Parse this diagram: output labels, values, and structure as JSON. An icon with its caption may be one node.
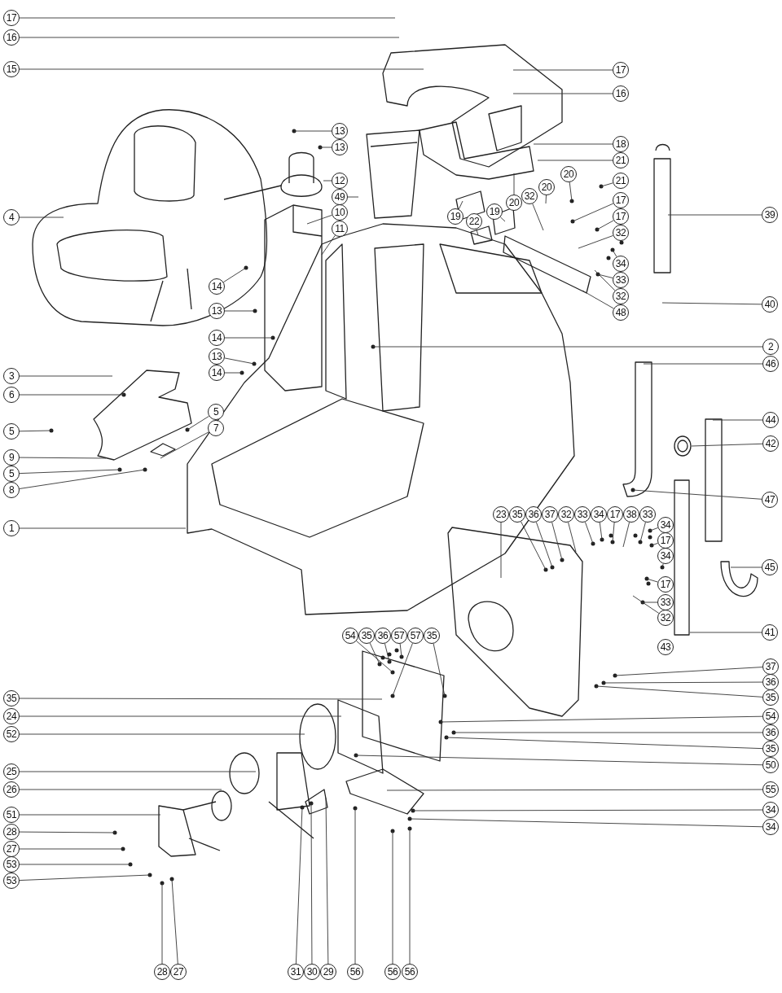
{
  "diagram": {
    "nodes": [
      {
        "text": [
          "17"
        ]
      },
      {
        "text": [
          "16"
        ]
      },
      {
        "text": [
          "15"
        ]
      },
      {
        "text": [
          "17"
        ]
      },
      {
        "text": [
          "16"
        ]
      },
      {
        "text": [
          "13"
        ]
      },
      {
        "text": [
          "18"
        ]
      },
      {
        "text": [
          "13"
        ]
      },
      {
        "text": [
          "21"
        ]
      },
      {
        "text": [
          "20"
        ]
      },
      {
        "text": [
          "12"
        ]
      },
      {
        "text": [
          "21"
        ]
      },
      {
        "text": [
          "20"
        ]
      },
      {
        "text": [
          "32"
        ]
      },
      {
        "text": [
          "20"
        ]
      },
      {
        "text": [
          "49"
        ]
      },
      {
        "text": [
          "17"
        ]
      },
      {
        "text": [
          "4"
        ]
      },
      {
        "text": [
          "10"
        ]
      },
      {
        "text": [
          "19"
        ]
      },
      {
        "text": [
          "39"
        ]
      },
      {
        "text": [
          "19"
        ]
      },
      {
        "text": [
          "22"
        ]
      },
      {
        "text": [
          "17"
        ]
      },
      {
        "text": [
          "11"
        ]
      },
      {
        "text": [
          "32"
        ]
      },
      {
        "text": [
          "34"
        ]
      },
      {
        "text": [
          "14"
        ]
      },
      {
        "text": [
          "33"
        ]
      },
      {
        "text": [
          "32"
        ]
      },
      {
        "text": [
          "40"
        ]
      },
      {
        "text": [
          "13"
        ]
      },
      {
        "text": [
          "48"
        ]
      },
      {
        "text": [
          "14"
        ]
      },
      {
        "text": [
          "2"
        ]
      },
      {
        "text": [
          "13"
        ]
      },
      {
        "text": [
          "46"
        ]
      },
      {
        "text": [
          "14"
        ]
      },
      {
        "text": [
          "3"
        ]
      },
      {
        "text": [
          "6"
        ]
      },
      {
        "text": [
          "5"
        ]
      },
      {
        "text": [
          "44"
        ]
      },
      {
        "text": [
          "7"
        ]
      },
      {
        "text": [
          "5"
        ]
      },
      {
        "text": [
          "42"
        ]
      },
      {
        "text": [
          "9"
        ]
      },
      {
        "text": [
          "5"
        ]
      },
      {
        "text": [
          "8"
        ]
      },
      {
        "text": [
          "47"
        ]
      },
      {
        "text": [
          "23"
        ]
      },
      {
        "text": [
          "35"
        ]
      },
      {
        "text": [
          "36"
        ]
      },
      {
        "text": [
          "37"
        ]
      },
      {
        "text": [
          "32"
        ]
      },
      {
        "text": [
          "33"
        ]
      },
      {
        "text": [
          "34"
        ]
      },
      {
        "text": [
          "17"
        ]
      },
      {
        "text": [
          "38"
        ]
      },
      {
        "text": [
          "33"
        ]
      },
      {
        "text": [
          "34"
        ]
      },
      {
        "text": [
          "1"
        ]
      },
      {
        "text": [
          "17"
        ]
      },
      {
        "text": [
          "34"
        ]
      },
      {
        "text": [
          "45"
        ]
      },
      {
        "text": [
          "17"
        ]
      },
      {
        "text": [
          "33"
        ]
      },
      {
        "text": [
          "32"
        ]
      },
      {
        "text": [
          "41"
        ]
      },
      {
        "text": [
          "54"
        ]
      },
      {
        "text": [
          "35"
        ]
      },
      {
        "text": [
          "36"
        ]
      },
      {
        "text": [
          "57"
        ]
      },
      {
        "text": [
          "57"
        ]
      },
      {
        "text": [
          "35"
        ]
      },
      {
        "text": [
          "37"
        ]
      },
      {
        "text": [
          "36"
        ]
      },
      {
        "text": [
          "35"
        ]
      },
      {
        "text": [
          "35"
        ]
      },
      {
        "text": [
          "24"
        ]
      },
      {
        "text": [
          "54"
        ]
      },
      {
        "text": [
          "36"
        ]
      },
      {
        "text": [
          "52"
        ]
      },
      {
        "text": [
          "35"
        ]
      },
      {
        "text": [
          "50"
        ]
      },
      {
        "text": [
          "25"
        ]
      },
      {
        "text": [
          "26"
        ]
      },
      {
        "text": [
          "55"
        ]
      },
      {
        "text": [
          "34"
        ]
      },
      {
        "text": [
          "51"
        ]
      },
      {
        "text": [
          "34"
        ]
      },
      {
        "text": [
          "28"
        ]
      },
      {
        "text": [
          "27"
        ]
      },
      {
        "text": [
          "53"
        ]
      },
      {
        "text": [
          "53"
        ]
      },
      {
        "text": [
          "28"
        ]
      },
      {
        "text": [
          "27"
        ]
      },
      {
        "text": [
          "31"
        ]
      },
      {
        "text": [
          "30"
        ]
      },
      {
        "text": [
          "29"
        ]
      },
      {
        "text": [
          "56"
        ]
      },
      {
        "text": [
          "56"
        ]
      },
      {
        "text": [
          "56"
        ]
      },
      {
        "text": [
          "43"
        ]
      }
    ],
    "edges": [
      {
        "from": 0,
        "to": null,
        "arrow": "none"
      },
      {
        "from": 1,
        "to": null,
        "arrow": "none"
      },
      {
        "from": 2,
        "to": null,
        "arrow": "none"
      },
      {
        "from": 3,
        "to": null,
        "arrow": "none"
      },
      {
        "from": 4,
        "to": null,
        "arrow": "none"
      },
      {
        "from": 5,
        "to": null,
        "arrow": "none"
      },
      {
        "from": 6,
        "to": null,
        "arrow": "none"
      },
      {
        "from": 7,
        "to": null,
        "arrow": "none"
      },
      {
        "from": 8,
        "to": null,
        "arrow": "none"
      },
      {
        "from": 9,
        "to": null,
        "arrow": "none"
      },
      {
        "from": 10,
        "to": null,
        "arrow": "none"
      },
      {
        "from": 11,
        "to": null,
        "arrow": "none"
      },
      {
        "from": 12,
        "to": null,
        "arrow": "none"
      },
      {
        "from": 13,
        "to": null,
        "arrow": "none"
      },
      {
        "from": 14,
        "to": null,
        "arrow": "none"
      },
      {
        "from": 15,
        "to": null,
        "arrow": "none"
      },
      {
        "from": 16,
        "to": null,
        "arrow": "none"
      },
      {
        "from": 17,
        "to": null,
        "arrow": "none"
      },
      {
        "from": 18,
        "to": null,
        "arrow": "none"
      },
      {
        "from": 19,
        "to": null,
        "arrow": "none"
      },
      {
        "from": 20,
        "to": null,
        "arrow": "none"
      },
      {
        "from": 21,
        "to": null,
        "arrow": "none"
      },
      {
        "from": 22,
        "to": null,
        "arrow": "none"
      },
      {
        "from": 23,
        "to": null,
        "arrow": "none"
      },
      {
        "from": 24,
        "to": null,
        "arrow": "none"
      },
      {
        "from": 25,
        "to": null,
        "arrow": "none"
      },
      {
        "from": 26,
        "to": null,
        "arrow": "none"
      },
      {
        "from": 27,
        "to": null,
        "arrow": "none"
      },
      {
        "from": 28,
        "to": null,
        "arrow": "none"
      },
      {
        "from": 29,
        "to": null,
        "arrow": "none"
      },
      {
        "from": 30,
        "to": null,
        "arrow": "none"
      },
      {
        "from": 31,
        "to": null,
        "arrow": "none"
      },
      {
        "from": 32,
        "to": null,
        "arrow": "none"
      },
      {
        "from": 33,
        "to": null,
        "arrow": "none"
      },
      {
        "from": 34,
        "to": null,
        "arrow": "none"
      },
      {
        "from": 35,
        "to": null,
        "arrow": "none"
      },
      {
        "from": 36,
        "to": null,
        "arrow": "none"
      },
      {
        "from": 37,
        "to": null,
        "arrow": "none"
      },
      {
        "from": 38,
        "to": null,
        "arrow": "none"
      },
      {
        "from": 39,
        "to": null,
        "arrow": "none"
      },
      {
        "from": 40,
        "to": null,
        "arrow": "none"
      },
      {
        "from": 41,
        "to": null,
        "arrow": "none"
      },
      {
        "from": 42,
        "to": null,
        "arrow": "none"
      },
      {
        "from": 43,
        "to": null,
        "arrow": "none"
      },
      {
        "from": 44,
        "to": null,
        "arrow": "none"
      },
      {
        "from": 45,
        "to": null,
        "arrow": "none"
      },
      {
        "from": 46,
        "to": null,
        "arrow": "none"
      },
      {
        "from": 47,
        "to": null,
        "arrow": "none"
      },
      {
        "from": 48,
        "to": null,
        "arrow": "none"
      },
      {
        "from": 49,
        "to": null,
        "arrow": "none"
      },
      {
        "from": 50,
        "to": null,
        "arrow": "none"
      },
      {
        "from": 51,
        "to": null,
        "arrow": "none"
      },
      {
        "from": 52,
        "to": null,
        "arrow": "none"
      },
      {
        "from": 53,
        "to": null,
        "arrow": "none"
      },
      {
        "from": 54,
        "to": null,
        "arrow": "none"
      },
      {
        "from": 55,
        "to": null,
        "arrow": "none"
      },
      {
        "from": 56,
        "to": null,
        "arrow": "none"
      },
      {
        "from": 57,
        "to": null,
        "arrow": "none"
      },
      {
        "from": 58,
        "to": null,
        "arrow": "none"
      },
      {
        "from": 59,
        "to": null,
        "arrow": "none"
      },
      {
        "from": 60,
        "to": null,
        "arrow": "none"
      },
      {
        "from": 61,
        "to": null,
        "arrow": "none"
      },
      {
        "from": 62,
        "to": null,
        "arrow": "none"
      },
      {
        "from": 63,
        "to": null,
        "arrow": "none"
      },
      {
        "from": 64,
        "to": null,
        "arrow": "none"
      },
      {
        "from": 65,
        "to": null,
        "arrow": "none"
      },
      {
        "from": 66,
        "to": null,
        "arrow": "none"
      },
      {
        "from": 67,
        "to": null,
        "arrow": "none"
      },
      {
        "from": 68,
        "to": null,
        "arrow": "none"
      },
      {
        "from": 69,
        "to": null,
        "arrow": "none"
      },
      {
        "from": 70,
        "to": null,
        "arrow": "none"
      },
      {
        "from": 71,
        "to": null,
        "arrow": "none"
      },
      {
        "from": 72,
        "to": null,
        "arrow": "none"
      },
      {
        "from": 73,
        "to": null,
        "arrow": "none"
      },
      {
        "from": 74,
        "to": null,
        "arrow": "none"
      },
      {
        "from": 75,
        "to": null,
        "arrow": "none"
      },
      {
        "from": 76,
        "to": null,
        "arrow": "none"
      },
      {
        "from": 77,
        "to": null,
        "arrow": "none"
      },
      {
        "from": 78,
        "to": null,
        "arrow": "none"
      },
      {
        "from": 79,
        "to": null,
        "arrow": "none"
      },
      {
        "from": 80,
        "to": null,
        "arrow": "none"
      },
      {
        "from": 81,
        "to": null,
        "arrow": "none"
      },
      {
        "from": 82,
        "to": null,
        "arrow": "none"
      },
      {
        "from": 83,
        "to": null,
        "arrow": "none"
      },
      {
        "from": 84,
        "to": null,
        "arrow": "none"
      },
      {
        "from": 85,
        "to": null,
        "arrow": "none"
      },
      {
        "from": 86,
        "to": null,
        "arrow": "none"
      },
      {
        "from": 87,
        "to": null,
        "arrow": "none"
      },
      {
        "from": 88,
        "to": null,
        "arrow": "none"
      },
      {
        "from": 89,
        "to": null,
        "arrow": "none"
      },
      {
        "from": 90,
        "to": null,
        "arrow": "none"
      },
      {
        "from": 91,
        "to": null,
        "arrow": "none"
      },
      {
        "from": 92,
        "to": null,
        "arrow": "none"
      },
      {
        "from": 93,
        "to": null,
        "arrow": "none"
      },
      {
        "from": 94,
        "to": null,
        "arrow": "none"
      },
      {
        "from": 95,
        "to": null,
        "arrow": "none"
      },
      {
        "from": 96,
        "to": null,
        "arrow": "none"
      },
      {
        "from": 97,
        "to": null,
        "arrow": "none"
      },
      {
        "from": 98,
        "to": null,
        "arrow": "none"
      },
      {
        "from": 99,
        "to": null,
        "arrow": "none"
      },
      {
        "from": 100,
        "to": null,
        "arrow": "none"
      },
      {
        "from": 101,
        "to": null,
        "arrow": "none"
      }
    ]
  }
}
